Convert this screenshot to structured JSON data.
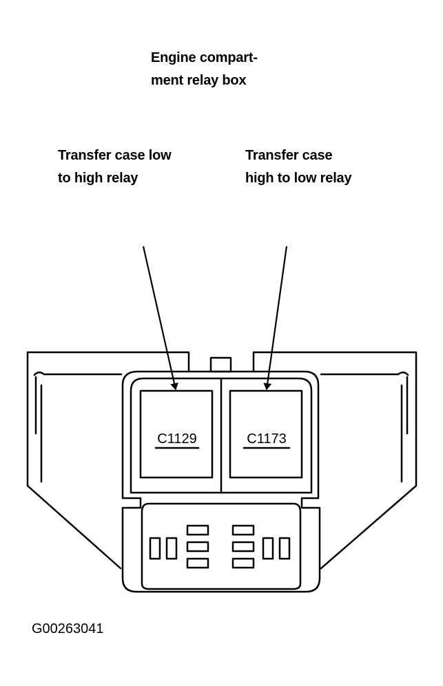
{
  "title": {
    "line1": "Engine compart-",
    "line2": "ment relay box"
  },
  "left_relay": {
    "line1": "Transfer case low",
    "line2": "to high relay",
    "connector": "C1129"
  },
  "right_relay": {
    "line1": "Transfer case",
    "line2": "high to low relay",
    "connector": "C1173"
  },
  "figure_id": "G00263041",
  "colors": {
    "ink": "#000000",
    "paper": "#ffffff"
  }
}
